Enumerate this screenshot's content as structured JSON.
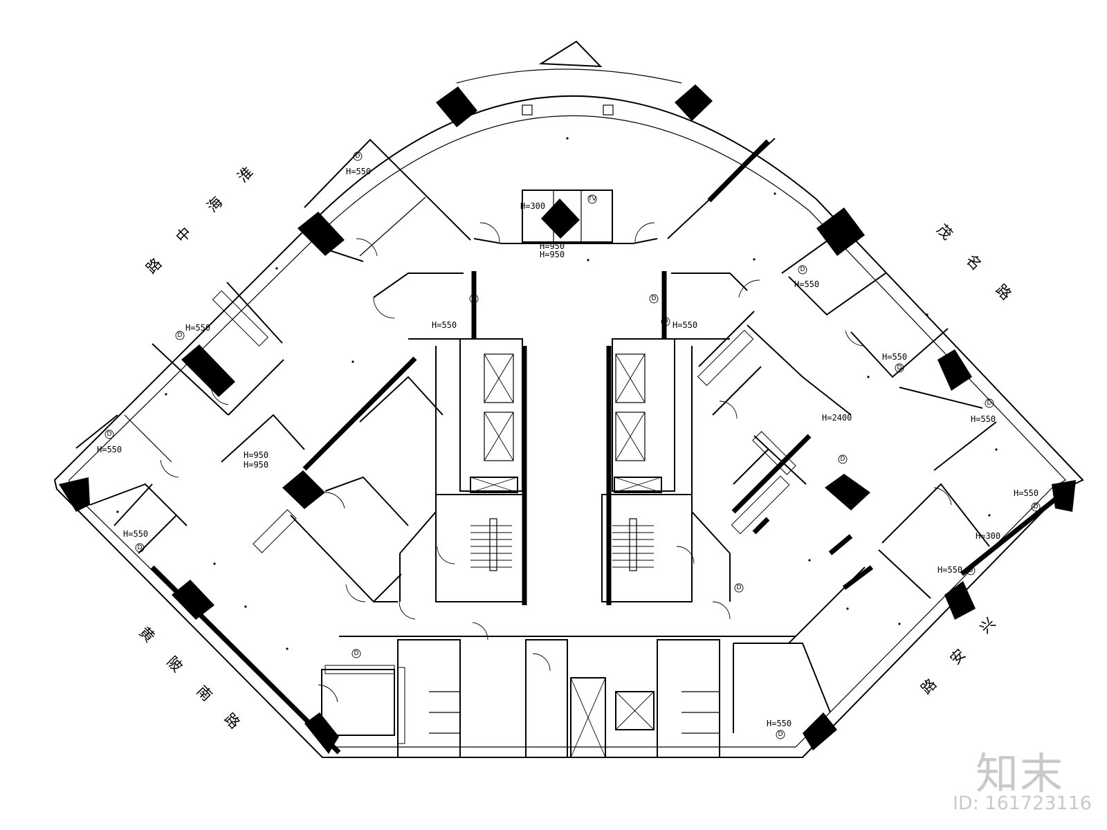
{
  "plan": {
    "road_labels": {
      "huaihai": [
        "淮",
        "海",
        "中",
        "路"
      ],
      "maoming": [
        "茂",
        "名",
        "路"
      ],
      "huangpi": [
        "黄",
        "陂",
        "南",
        "路"
      ],
      "xingan": [
        "兴",
        "安",
        "路"
      ]
    },
    "annotations": {
      "h550": "H=550",
      "h950": "H=950",
      "h300": "H=300",
      "h2400": "H=2400",
      "socket": "D",
      "tv": "TV"
    }
  },
  "watermark": {
    "brand": "知末",
    "id_text": "ID: 161723116"
  }
}
